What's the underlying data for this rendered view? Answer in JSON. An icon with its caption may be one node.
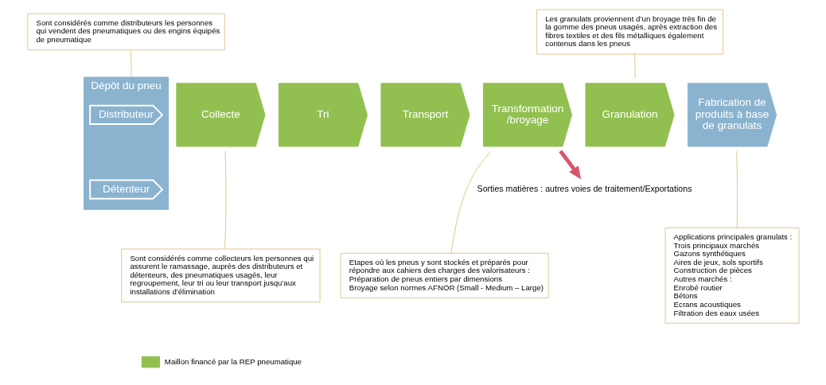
{
  "diagram": {
    "nodes": [
      {
        "text": [
          "Dépôt du pneu"
        ]
      },
      {
        "text": [
          "Distributeur"
        ],
        "in": 0
      },
      {
        "text": [
          "Détenteur"
        ],
        "in": 0
      },
      {
        "text": [
          "Collecte"
        ]
      },
      {
        "text": [
          "Tri"
        ]
      },
      {
        "text": [
          "Transport"
        ]
      },
      {
        "text": [
          "Transformation /broyage"
        ]
      },
      {
        "text": [
          "Granulation"
        ]
      },
      {
        "text": [
          "Fabrication de produits à base de granulats"
        ]
      },
      {
        "text": [
          "Sont considérés comme distributeurs les personnes qui vendent des pneumatiques ou des engins équipés de pneumatique"
        ]
      },
      {
        "text": [
          "Les granulats proviennent d’un broyage très fin de la gomme des pneus usagés, après extraction des fibres textiles et des fils métalliques également contenus dans les pneus"
        ]
      },
      {
        "text": [
          "Sont considérés comme collecteurs les personnes qui assurent le ramassage, auprès des distributeurs et détenteurs, des pneumatiques usagés, leur regroupement, leur tri ou leur transport jusqu'aux installations d'élimination"
        ]
      },
      {
        "text": [
          "Sorties matières : autres voies de traitement/Exportations"
        ]
      },
      {
        "text": [
          "Etapes où les pneus y sont stockés et préparés pour répondre aux cahiers des charges des valorisateurs :",
          "Préparation de pneus entiers par dimensions",
          "Broyage selon normes AFNOR (Small - Medium – Large)"
        ]
      },
      {
        "text": [
          "Applications principales granulats :",
          "Trois principaux marchés",
          "Gazons synthétiques",
          "Aires de jeux, sols sportifs",
          "Construction de pièces",
          "Autres marchés :",
          "Enrobé routier",
          "Bétons",
          "Ecrans acoustiques",
          "Filtration des eaux usées"
        ]
      }
    ],
    "edges": [
      {
        "from": 9,
        "to": 0,
        "arrow": "none"
      },
      {
        "from": 10,
        "to": 7,
        "arrow": "none"
      },
      {
        "from": 11,
        "to": 3,
        "arrow": "none"
      },
      {
        "from": 6,
        "to": 12,
        "arrow": "to",
        "style": "thick",
        "color": "#d9546a"
      },
      {
        "from": 13,
        "to": 6,
        "arrow": "none"
      },
      {
        "from": 14,
        "to": 8,
        "arrow": "none"
      }
    ],
    "legend": [
      {
        "text": "Maillon financé par la REP pneumatique",
        "color": "#92c050"
      }
    ]
  }
}
